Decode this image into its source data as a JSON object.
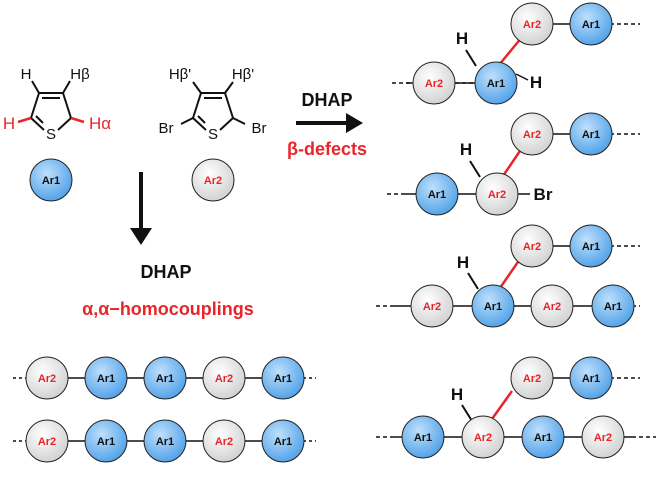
{
  "labels": {
    "ar1": "Ar1",
    "ar2": "Ar2",
    "h": "H",
    "br": "Br",
    "s": "S",
    "h_beta": "Hβ",
    "h_alpha": "Hα",
    "h_beta_prime": "Hβ'",
    "dhap": "DHAP",
    "beta_defects": "β-defects",
    "homocouplings": "α,α−homocouplings"
  },
  "colors": {
    "ar1_fill": "#5aaaf0",
    "ar2_fill": "#e3e3e3",
    "ar2_text": "#e8262a",
    "red": "#e8262a",
    "black": "#111111"
  },
  "homocoupling_chains": [
    [
      "Ar2",
      "Ar1",
      "Ar1",
      "Ar2",
      "Ar1"
    ],
    [
      "Ar2",
      "Ar1",
      "Ar1",
      "Ar2",
      "Ar1"
    ]
  ],
  "beta_defect_examples": [
    {
      "main_chain": [
        "Ar2",
        "Ar1"
      ],
      "branch": [
        "Ar2",
        "Ar1"
      ],
      "terminal": "H"
    },
    {
      "main_chain": [
        "Ar1",
        "Ar2"
      ],
      "branch": [
        "Ar2",
        "Ar1"
      ],
      "terminal": "Br"
    },
    {
      "main_chain": [
        "Ar2",
        "Ar1",
        "Ar2",
        "Ar1"
      ],
      "branch": [
        "Ar2",
        "Ar1"
      ]
    },
    {
      "main_chain": [
        "Ar1",
        "Ar2",
        "Ar1",
        "Ar2"
      ],
      "branch": [
        "Ar2",
        "Ar1"
      ]
    }
  ]
}
